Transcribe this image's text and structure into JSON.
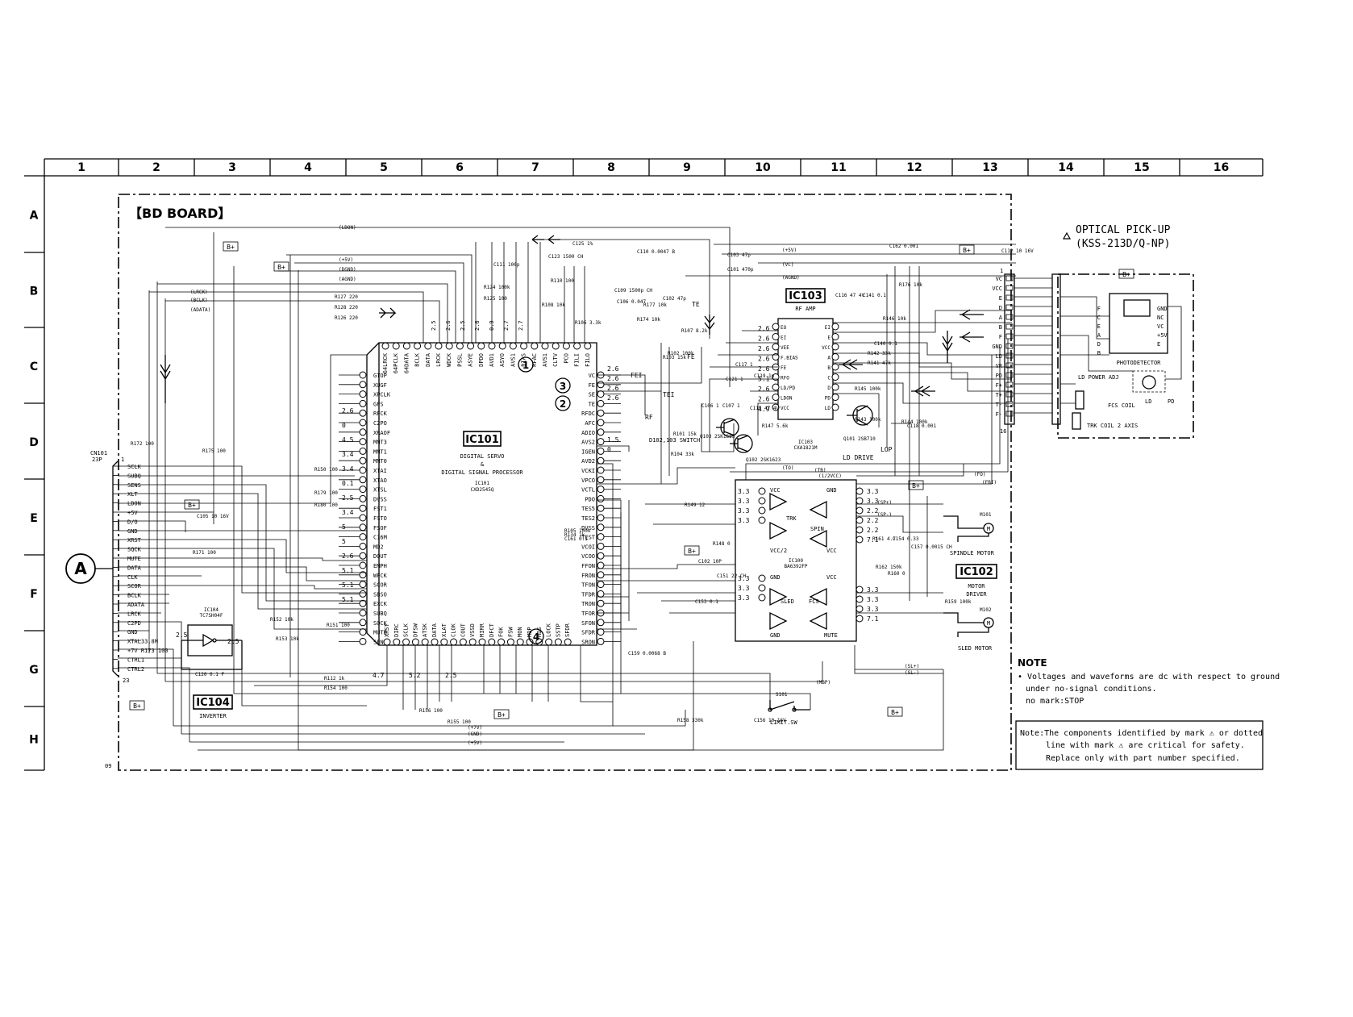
{
  "grid": {
    "columns": [
      "1",
      "2",
      "3",
      "4",
      "5",
      "6",
      "7",
      "8",
      "9",
      "10",
      "11",
      "12",
      "13",
      "14",
      "15",
      "16"
    ],
    "rows": [
      "A",
      "B",
      "C",
      "D",
      "E",
      "F",
      "G",
      "H"
    ]
  },
  "board": {
    "title": "【BD BOARD】",
    "connector_marker": "A",
    "cn101_name": "CN101",
    "cn101_pins": "23P",
    "cn101_signals": [
      "SCLK",
      "SUBQ",
      "SENS",
      "XLT",
      "LDON",
      "+5V",
      "D/O",
      "GND",
      "XRST",
      "SQCK",
      "MUTE",
      "DATA",
      "CLK",
      "SCOR",
      "BCLK",
      "ADATA",
      "LRCK",
      "C2PD",
      "GND",
      "XTAL33.8M",
      "+7V R173 100",
      "CTRL1",
      "CTRL2"
    ],
    "cn101_pin_first": "1",
    "cn101_pin_last": "23",
    "corner_code": "09"
  },
  "ic101": {
    "label": "IC101",
    "desc1": "DIGITAL SERVO",
    "desc2": "&",
    "desc3": "DIGITAL SIGNAL PROCESSOR",
    "part1": "IC101",
    "part2": "CXD2545Q",
    "left_pins": [
      "GTOP",
      "XUGF",
      "XPCLK",
      "GFS",
      "RFCK",
      "C2PO",
      "XRAOF",
      "MNT3",
      "MNT1",
      "MNT0",
      "XTAI",
      "XTAO",
      "XTSL",
      "DVSS",
      "FST1",
      "FSTO",
      "FSOF",
      "C16M",
      "MD2",
      "DOUT",
      "EMPH",
      "WFCK",
      "SCOR",
      "SBSO",
      "EXCK",
      "SUBQ",
      "SQCK",
      "MUTE",
      "SENS"
    ],
    "right_pins": [
      "VC",
      "FE",
      "SE",
      "TE",
      "RFDC",
      "AFC",
      "ADIO",
      "AVS2",
      "IGEN",
      "AVD2",
      "VCKI",
      "VPCO",
      "VCTL",
      "PDO",
      "TES5",
      "TES2",
      "DVSS",
      "TEST",
      "VCOI",
      "VCOO",
      "FFON",
      "FRON",
      "TFON",
      "TFDR",
      "TRON",
      "TFOR",
      "SFON",
      "SFDR",
      "SRON"
    ],
    "top_pins": [
      "64LRCK",
      "64PCLK",
      "64DATA",
      "BCLK",
      "DATA",
      "LRCK",
      "WDCK",
      "PSSL",
      "ASYE",
      "DPDO",
      "AVD1",
      "ASYO",
      "AVS1",
      "BIAS",
      "RFAC",
      "AVS1",
      "CLTV",
      "PCO",
      "FILI",
      "FILO"
    ],
    "bottom_pins": [
      "XRST",
      "DIRC",
      "SCLK",
      "DFSW",
      "ATSK",
      "DATA",
      "XLAT",
      "CLOK",
      "COUT",
      "VSSD",
      "MIRR",
      "DFCT",
      "FOK",
      "FSW",
      "MON",
      "MDP",
      "MDS",
      "LOCK",
      "SSTP",
      "SFDR"
    ],
    "right_voltages": [
      "2.6",
      "2.6",
      "2.6",
      "2.6",
      "1.5",
      "0"
    ],
    "left_voltages": [
      "2.6",
      "0",
      "4.5",
      "3.4",
      "3.4",
      "0.1",
      "2.5",
      "3.4",
      "5",
      "5",
      "2.6",
      "5.1",
      "5.1",
      "5.1"
    ],
    "top_voltages": [
      "2.5",
      "2.6",
      "2.5",
      "2.6",
      "0.9",
      "2.7",
      "2.7"
    ],
    "bottom_voltages": [
      "4.7",
      "5.2",
      "2.5"
    ]
  },
  "ic103": {
    "label": "IC103",
    "desc": "RF AMP",
    "part1": "IC103",
    "part2": "CXA1821M",
    "left_pins": [
      "EO",
      "EI",
      "VEE",
      "F.BIAS",
      "FE",
      "RFO",
      "LD/PD",
      "LDON",
      "VCC"
    ],
    "right_pins": [
      "EI",
      "E",
      "VCC",
      "A",
      "B",
      "C",
      "D",
      "PD",
      "LD"
    ],
    "voltages": [
      "2.6",
      "2.6",
      "2.6",
      "2.6",
      "2.6",
      "5.1",
      "2.6",
      "2.6",
      "4.9"
    ]
  },
  "ic100": {
    "part1": "IC100",
    "part2": "BA6392FP",
    "blocks": [
      "TRK",
      "SPIN",
      "SLED",
      "FCS"
    ],
    "labels": [
      "VCC/2",
      "VCC",
      "GND",
      "GND",
      "VCC",
      "VCC",
      "MUTE",
      "GND"
    ],
    "left_voltages": [
      "3.3",
      "3.3",
      "3.3",
      "3.3",
      "3.3",
      "3.3",
      "3.3"
    ],
    "right_voltages": [
      "3.3",
      "3.3",
      "2.2",
      "2.2",
      "2.2",
      "7.1",
      "3.3",
      "3.3",
      "3.3",
      "7.1"
    ]
  },
  "ic104": {
    "label": "IC104",
    "desc": "INVERTER",
    "part1": "IC104",
    "part2": "TC7SH04F",
    "v_in": "2.5",
    "v_out": "2.5",
    "cap": "C120 0.1 F"
  },
  "ic102": {
    "label": "IC102",
    "desc1": "MOTOR",
    "desc2": "DRIVER"
  },
  "pickup": {
    "title": "OPTICAL PICK-UP",
    "model": "(KSS-213D/Q-NP)",
    "signals": [
      "VC",
      "VCC",
      "E",
      "D",
      "A",
      "B",
      "F",
      "GND",
      "LD",
      "VR",
      "PD",
      "F+",
      "T+",
      "T-",
      "F-"
    ],
    "pin_first": "1",
    "pin_last": "16",
    "photodetector": "PHOTODETECTOR",
    "pd_pins": [
      "F",
      "C",
      "E",
      "A",
      "D",
      "B",
      "GND",
      "NC",
      "VC",
      "+5V",
      "E"
    ],
    "ld_power": "LD POWER ADJ",
    "fcs_coil": "FCS COIL",
    "trk_coil": "TRK COIL 2 AXIS",
    "ld": "LD",
    "pd": "PD"
  },
  "motors": {
    "spindle": "SPINDLE MOTOR",
    "spindle_ref": "M101",
    "sled": "SLED MOTOR",
    "sled_ref": "M102",
    "limit": "LIMIT.SW",
    "limit_ref": "S101"
  },
  "labels": {
    "bplus": "B+",
    "lo_drive": "LD DRIVE",
    "switch": "D102,103 SWITCH",
    "te": "TE",
    "fe": "FE",
    "fei": "FEI",
    "tei": "TEI",
    "rf": "RF",
    "lop": "LOP",
    "q101": "Q101 2SB710",
    "q102": "Q102 2SK1623",
    "q103": "Q103 2SK1623",
    "circle1": "1",
    "circle2": "2",
    "circle3": "3",
    "circle4": "4"
  },
  "nets": [
    "(LDON)",
    "(+5V)",
    "(DGND)",
    "(AGND)",
    "(LRCK)",
    "(BCLK)",
    "(ADATA)",
    "(+5V)",
    "(VC)",
    "(AGND)",
    "(1/2VCC)",
    "(TO)",
    "(TB)",
    "(FO)",
    "(FBI)",
    "(SP+)",
    "(SP-)",
    "(SL+)",
    "(SL-)",
    "(MBP)",
    "(+7V)",
    "(GND)",
    "(+5V)"
  ],
  "components": [
    "R172 100",
    "R175 100",
    "C105 10 16V",
    "R171 100",
    "R150 100",
    "R179 100",
    "R180 100",
    "R152 10k",
    "R151 100",
    "R153 10k",
    "R112 1k",
    "R154 100",
    "R156 100",
    "R155 100",
    "R127 220",
    "R128 220",
    "R126 220",
    "C111 100p",
    "C123 1500 CH",
    "C125 1%",
    "C110 0.0047 B",
    "R110 100",
    "C109 1500p CH",
    "C106 0.047",
    "R124 100k",
    "R125 100",
    "R108 10k",
    "R106 3.3k",
    "R107 8.2k",
    "R102 100k",
    "R103 15k",
    "R101 15k",
    "R104 33k",
    "R174 10k",
    "R177 10k",
    "C102 47p",
    "C103 47p",
    "C101 470p",
    "C106 1",
    "C107 1",
    "C115 47 4V",
    "C121 1",
    "C117 1",
    "C119 1p",
    "R147 5.6k",
    "R146 10k",
    "R176 10k",
    "C162 0.001",
    "C116 47 4V",
    "C141 0.1",
    "C140 0.1",
    "R142 33k",
    "R141 47k",
    "R145 100k",
    "R143 100k",
    "R144 100k",
    "C118 0.001",
    "C112 10 16V",
    "R149 12",
    "R148 0",
    "C102 10P",
    "C151 22 CH",
    "C153 0.1",
    "R161 4.7",
    "C154 0.33",
    "C157 0.0015 CH",
    "R162 150k",
    "R160 0",
    "R159 100k",
    "C159 0.0068 B",
    "R158 330k",
    "C156 10 16V",
    "R105 100k",
    "R134 1k",
    "C161 0.1"
  ],
  "note": {
    "title": "NOTE",
    "line1": "• Voltages and waveforms are dc with respect to ground",
    "line2": "under no-signal conditions.",
    "line3": "no mark:STOP"
  },
  "safety_note": {
    "line1": "Note:The components identified by mark ⚠ or dotted",
    "line2": "line with mark ⚠ are critical for safety.",
    "line3": "Replace only with part number specified."
  }
}
